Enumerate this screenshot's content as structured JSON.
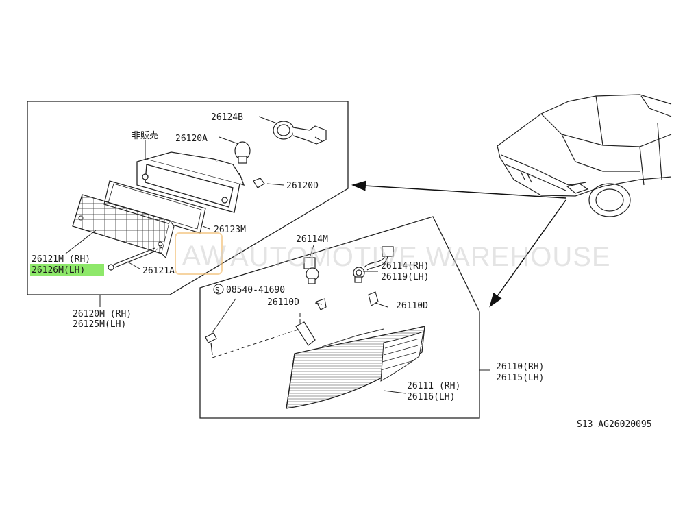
{
  "diagram": {
    "labels": {
      "p26124B": "26124B",
      "non_sale": "非販売",
      "p26120A": "26120A",
      "p26120D": "26120D",
      "p26123M": "26123M",
      "p26121M": "26121M (RH)",
      "p26126M": "26126M(LH)",
      "p26121A": "26121A",
      "p26120M": "26120M (RH)",
      "p26125M": "26125M(LH)",
      "p26114M": "26114M",
      "p26114_rh": "26114(RH)",
      "p26119_lh": "26119(LH)",
      "screw_symbol": "S",
      "p08540": "08540-41690",
      "p26110D_a": "26110D",
      "p26110D_b": "26110D",
      "p26110_rh": "26110(RH)",
      "p26115_lh": "26115(LH)",
      "p26111_rh": "26111 (RH)",
      "p26116_lh": "26116(LH)"
    },
    "code": "S13  AG26020095",
    "watermark_logo": "AW",
    "watermark_text": "AUTOMOTIVE WAREHOUSE",
    "highlight_color": "#8ee86a"
  }
}
